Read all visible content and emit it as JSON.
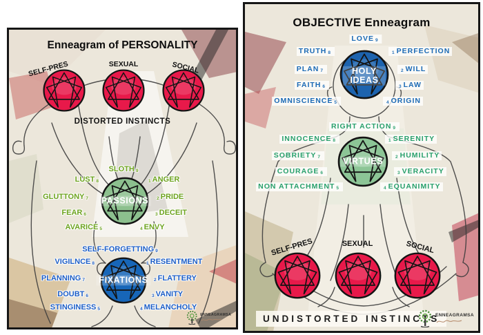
{
  "colors": {
    "instinct_red": "#e8194a",
    "passions_green": "#8cc08e",
    "fixations_blue": "#1766b8",
    "holy_blue": "#1d63ae",
    "virtues_green": "#8cc596",
    "word_green_left": "#6da31f",
    "word_blue_left": "#1d5ec6",
    "word_blue_right": "#1b6ab5",
    "word_green_right": "#28a06c"
  },
  "left_panel": {
    "title": "Enneagram of PERSONALITY",
    "instinct_labels": [
      "SELF-PRES",
      "SEXUAL",
      "SOCIAL"
    ],
    "instincts_caption": "DISTORTED INSTINCTS",
    "passions": {
      "center": "PASSIONS",
      "words": [
        {
          "label": "SLOTH",
          "num": "9"
        },
        {
          "label": "LUST",
          "num": "8"
        },
        {
          "label": "ANGER",
          "num": "1"
        },
        {
          "label": "GLUTTONY",
          "num": "7"
        },
        {
          "label": "PRIDE",
          "num": "2"
        },
        {
          "label": "FEAR",
          "num": "6"
        },
        {
          "label": "DECEIT",
          "num": "3"
        },
        {
          "label": "AVARICE",
          "num": "5"
        },
        {
          "label": "ENVY",
          "num": "4"
        }
      ]
    },
    "fixations": {
      "center": "FIXATIONS",
      "words": [
        {
          "label": "SELF-FORGETTING",
          "num": "9"
        },
        {
          "label": "VIGILNCE",
          "num": "8"
        },
        {
          "label": "RESENTMENT",
          "num": "1"
        },
        {
          "label": "PLANNING",
          "num": "7"
        },
        {
          "label": "FLATTERY",
          "num": "2"
        },
        {
          "label": "DOUBT",
          "num": "6"
        },
        {
          "label": "VANITY",
          "num": "3"
        },
        {
          "label": "STINGINESS",
          "num": "5"
        },
        {
          "label": "MELANCHOLY",
          "num": "4"
        }
      ]
    }
  },
  "right_panel": {
    "title": "OBJECTIVE Enneagram",
    "holy_ideas": {
      "center": "HOLY IDEAS",
      "words": [
        {
          "label": "LOVE",
          "num": "9"
        },
        {
          "label": "TRUTH",
          "num": "8"
        },
        {
          "label": "PERFECTION",
          "num": "1"
        },
        {
          "label": "PLAN",
          "num": "7"
        },
        {
          "label": "WILL",
          "num": "2"
        },
        {
          "label": "FAITH",
          "num": "6"
        },
        {
          "label": "LAW",
          "num": "3"
        },
        {
          "label": "OMNISCIENCE",
          "num": "5"
        },
        {
          "label": "ORIGIN",
          "num": "4"
        }
      ]
    },
    "virtues": {
      "center": "VIRTUES",
      "words": [
        {
          "label": "RIGHT ACTION",
          "num": "9"
        },
        {
          "label": "INNOCENCE",
          "num": "8"
        },
        {
          "label": "SERENITY",
          "num": "1"
        },
        {
          "label": "SOBRIETY",
          "num": "7"
        },
        {
          "label": "HUMILITY",
          "num": "2"
        },
        {
          "label": "COURAGE",
          "num": "6"
        },
        {
          "label": "VERACITY",
          "num": "3"
        },
        {
          "label": "NON ATTACHMENT",
          "num": "5"
        },
        {
          "label": "EQUANIMITY",
          "num": "4"
        }
      ]
    },
    "instinct_labels": [
      "SELF-PRES",
      "SEXUAL",
      "SOCIAL"
    ],
    "instincts_caption": "UNDISTORTED INSTINCTS"
  },
  "logo": {
    "name": "ENNEAGRAMSA"
  }
}
